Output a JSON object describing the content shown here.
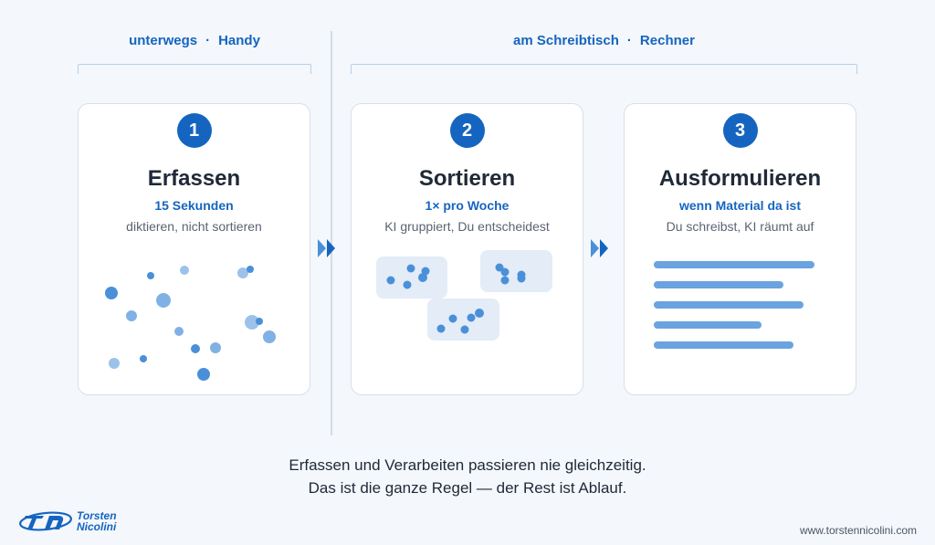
{
  "groups": [
    {
      "left": "unterwegs",
      "sep": "·",
      "right": "Handy"
    },
    {
      "left": "am Schreibtisch",
      "sep": "·",
      "right": "Rechner"
    }
  ],
  "steps": [
    {
      "number": "1",
      "title": "Erfassen",
      "highlight": "15 Sekunden",
      "description": "diktieren, nicht sortieren"
    },
    {
      "number": "2",
      "title": "Sortieren",
      "highlight": "1× pro Woche",
      "description": "KI gruppiert, Du entscheidest"
    },
    {
      "number": "3",
      "title": "Ausformulieren",
      "highlight": "wenn Material da ist",
      "description": "Du schreibst, KI räumt auf"
    }
  ],
  "caption": {
    "line1": "Erfassen und Verarbeiten passieren nie gleichzeitig.",
    "line2": "Das ist die ganze Regel — der Rest ist Ablauf."
  },
  "brand": {
    "line1": "Torsten",
    "line2": "Nicolini",
    "website": "www.torstennicolini.com"
  },
  "colors": {
    "accent": "#1565c0",
    "dot": "#4a90d9",
    "line": "#6aa3e0",
    "cluster_bg": "#e3ecf7"
  },
  "icons": {
    "flow_arrow": "double-chevron-right-icon",
    "logo": "tn-logo-icon"
  }
}
